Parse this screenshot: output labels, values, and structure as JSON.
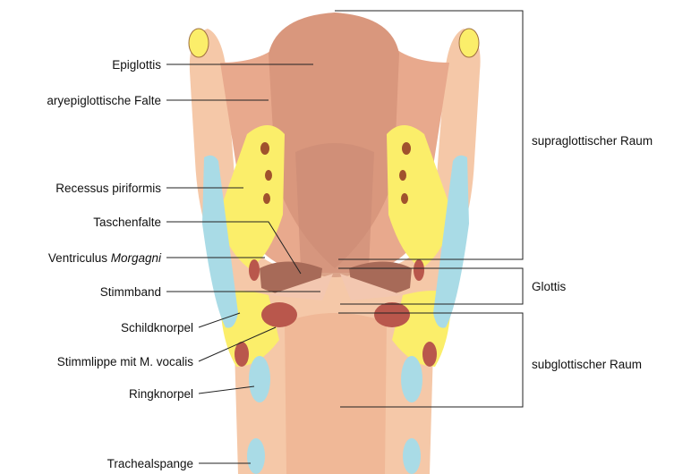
{
  "colors": {
    "skin": "#f5c8a8",
    "mucosa": "#e8a98d",
    "lumen": "#c98a74",
    "cartilage_yellow": "#fbee6a",
    "cartilage_blue": "#a9dbe6",
    "muscle": "#b9574c",
    "dark": "#7a3f32"
  },
  "labels": {
    "epiglottis": "Epiglottis",
    "aryepiglottic": "aryepiglottische Falte",
    "recessus": "Recessus piriformis",
    "taschenfalte": "Taschenfalte",
    "ventriculus_prefix": "Ventriculus ",
    "ventriculus_italic": "Morgagni",
    "stimmband": "Stimmband",
    "schildknorpel": "Schildknorpel",
    "stimmlippe": "Stimmlippe mit M. vocalis",
    "ringknorpel": "Ringknorpel",
    "trachealspange": "Trachealspange",
    "supraglottisch": "supraglottischer Raum",
    "glottis": "Glottis",
    "subglottisch": "subglottischer Raum"
  }
}
